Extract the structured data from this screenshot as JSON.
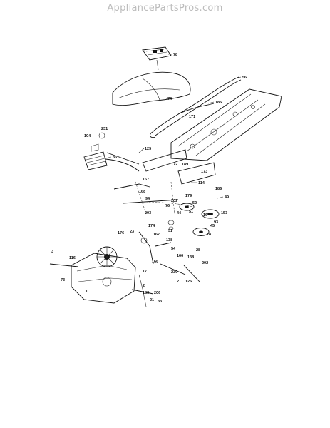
{
  "header": {
    "watermark": "AppliancePartsPros.com"
  },
  "diagram": {
    "callouts": [
      "78",
      "56",
      "74",
      "185",
      "171",
      "231",
      "104",
      "36",
      "125",
      "167",
      "168",
      "172",
      "189",
      "173",
      "114",
      "186",
      "179",
      "49",
      "52",
      "51",
      "203",
      "202",
      "94",
      "23",
      "174",
      "176",
      "167",
      "138",
      "166",
      "3",
      "116",
      "73",
      "17",
      "54",
      "28",
      "202",
      "230",
      "166",
      "51",
      "138",
      "2",
      "183",
      "206",
      "21",
      "33",
      "126",
      "2",
      "1",
      "16",
      "76",
      "93",
      "44",
      "45",
      "28",
      "153"
    ]
  }
}
